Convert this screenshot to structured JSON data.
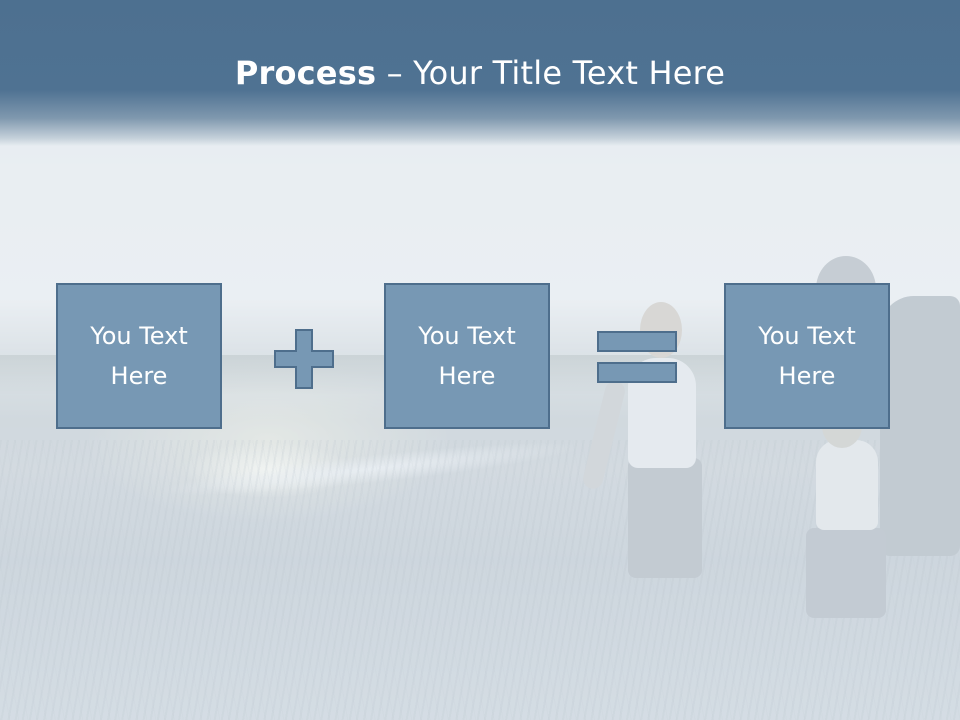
{
  "slide": {
    "title_bold": "Process",
    "title_rest": " – Your Title Text Here",
    "boxes": [
      {
        "label": "You Text\nHere"
      },
      {
        "label": "You Text\nHere"
      },
      {
        "label": "You Text\nHere"
      }
    ],
    "operators": [
      "plus-icon",
      "equals-icon"
    ],
    "colors": {
      "title_bar": "#4f7292",
      "box_fill": "#7798b4",
      "box_border": "#4e6e8c",
      "title_text": "#ffffff"
    }
  }
}
